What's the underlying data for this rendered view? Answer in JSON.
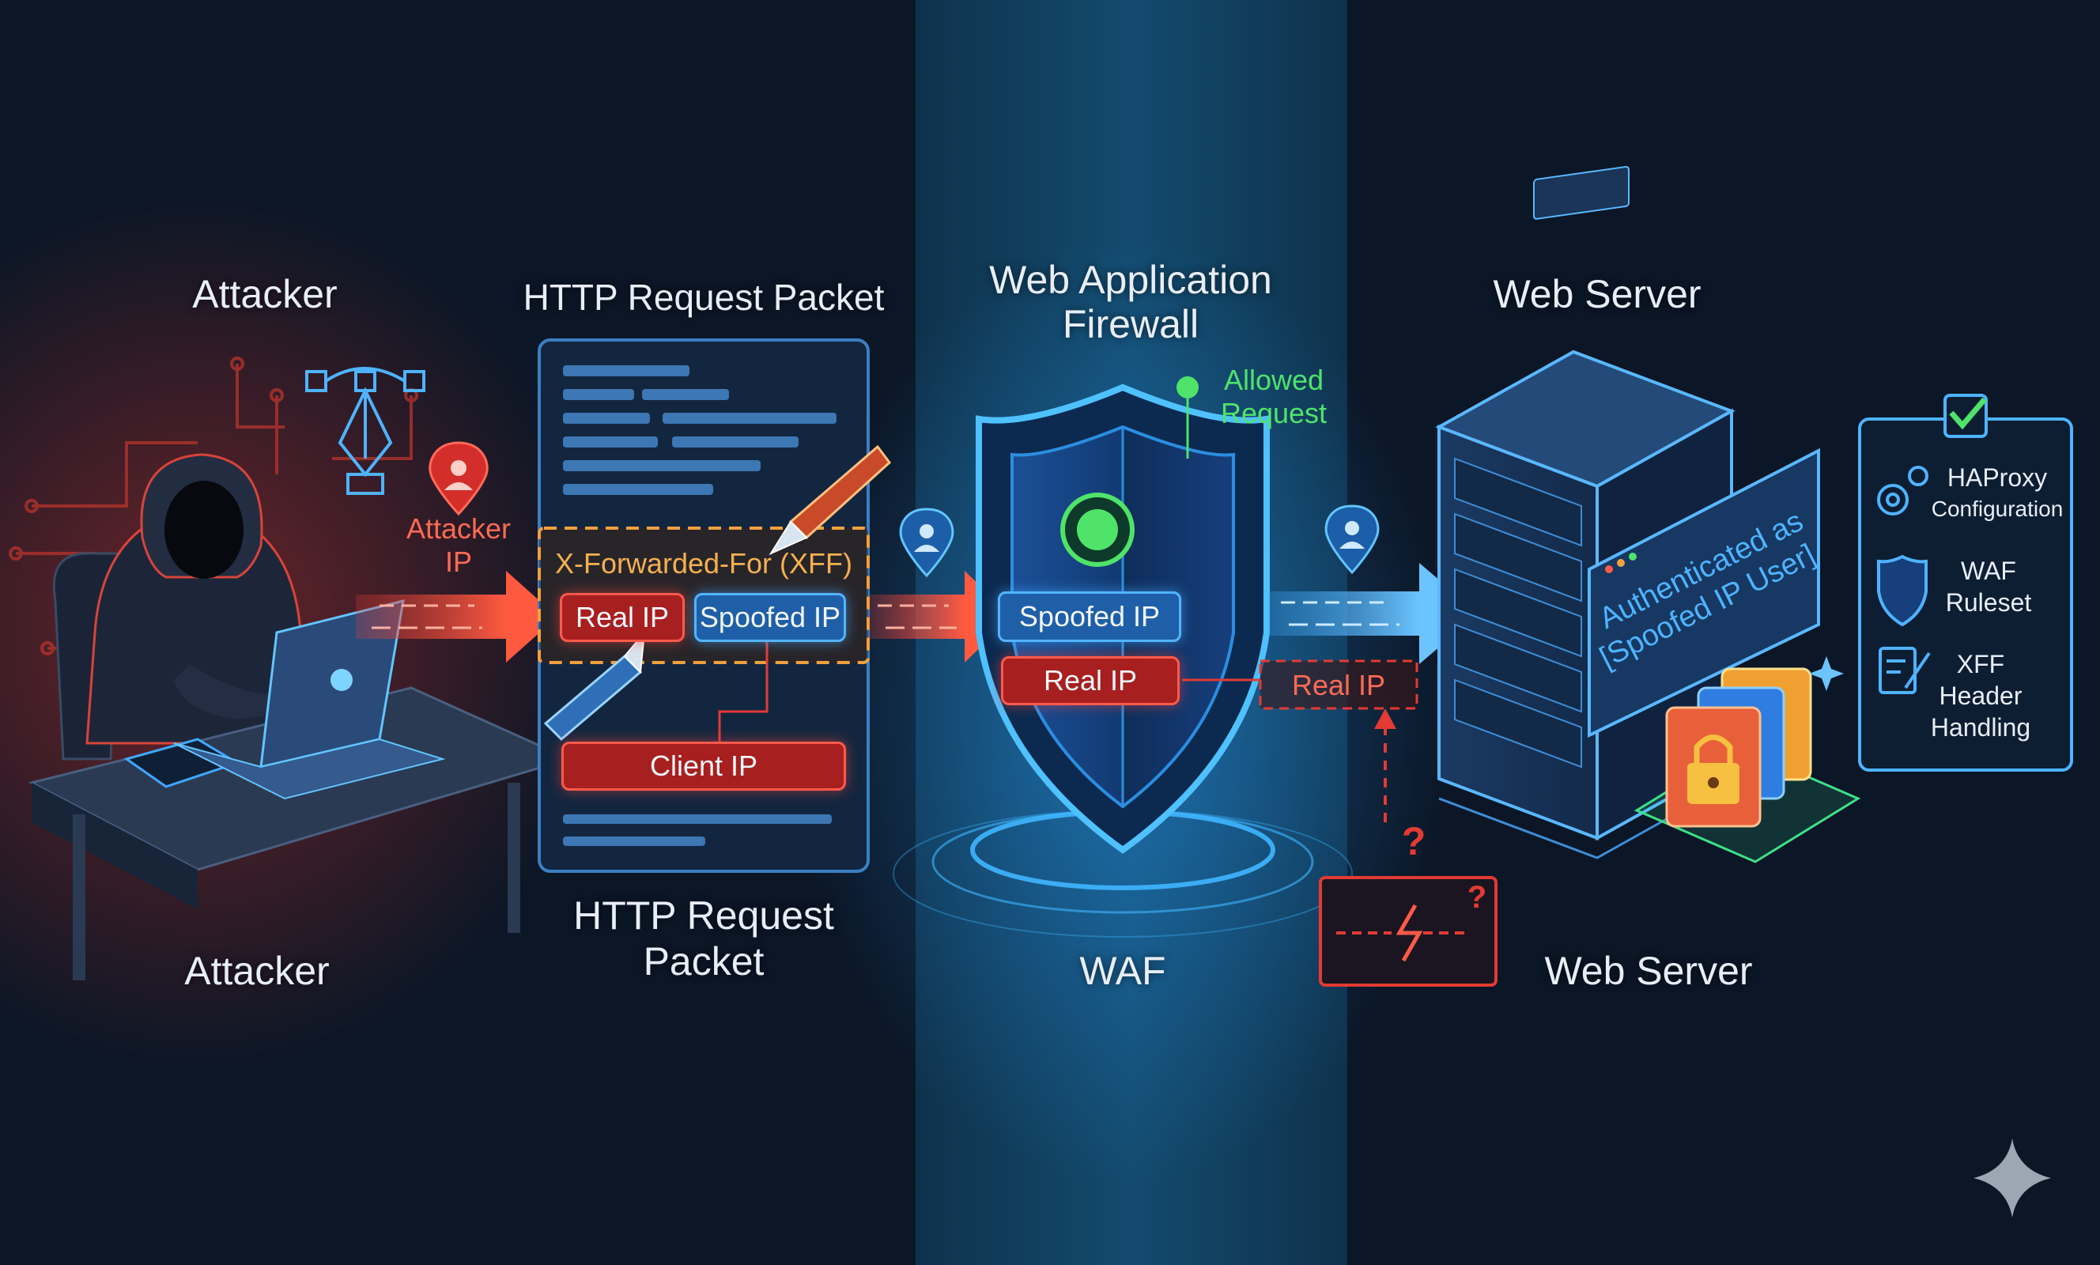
{
  "labels": {
    "attacker_top": "Attacker",
    "attacker_bottom": "Attacker",
    "packet_top": "HTTP Request Packet",
    "packet_bottom_1": "HTTP Request",
    "packet_bottom_2": "Packet",
    "waf_top_1": "Web Application",
    "waf_top_2": "Firewall",
    "waf_bottom": "WAF",
    "server_top": "Web Server",
    "server_bottom": "Web Server",
    "attacker_ip_1": "Attacker",
    "attacker_ip_2": "IP",
    "allowed_1": "Allowed",
    "allowed_2": "Request"
  },
  "packet": {
    "xff_header": "X-Forwarded-For (XFF)",
    "real_ip": "Real IP",
    "spoofed_ip": "Spoofed IP",
    "client_ip": "Client IP"
  },
  "waf": {
    "spoofed_ip": "Spoofed IP",
    "real_ip": "Real IP",
    "dropped_real_ip": "Real IP"
  },
  "server": {
    "auth_1": "Authenticated as",
    "auth_2": "[Spoofed IP User]"
  },
  "question_marks": {
    "q1": "?",
    "q2": "?"
  },
  "config_panel": {
    "item_1_line_1": "HAProxy",
    "item_1_line_2": "Configuration",
    "item_2_line_1": "WAF",
    "item_2_line_2": "Ruleset",
    "item_3_line_1": "XFF",
    "item_3_line_2": "Header",
    "item_3_line_3": "Handling"
  },
  "colors": {
    "attack_red": "#e23b34",
    "accent_blue": "#3fa9ff",
    "allow_green": "#4fe36a",
    "xff_orange": "#f0a040",
    "background": "#0b1626"
  }
}
